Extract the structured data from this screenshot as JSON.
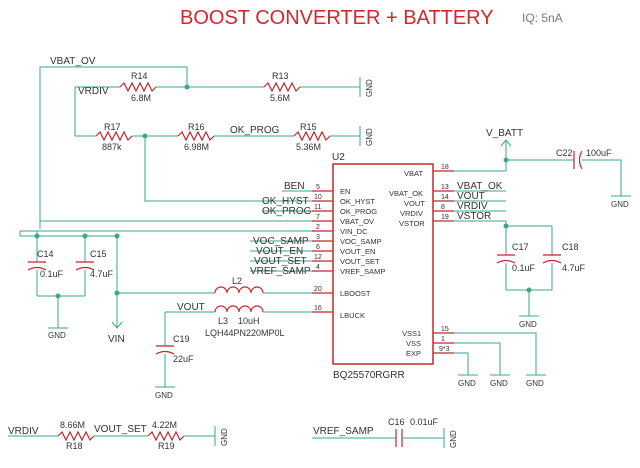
{
  "title": "BOOST CONVERTER + BATTERY",
  "iq_note": "IQ: 5nA",
  "ic": {
    "ref": "U2",
    "part": "BQ25570RGRR",
    "pins": {
      "en": {
        "num": "5",
        "name": "EN"
      },
      "ok_hyst": {
        "num": "10",
        "name": "OK_HYST"
      },
      "ok_prog": {
        "num": "11",
        "name": "OK_PROG"
      },
      "vbat_ov": {
        "num": "7",
        "name": "VBAT_OV"
      },
      "vin_dc": {
        "num": "2",
        "name": "VIN_DC"
      },
      "voc_samp": {
        "num": "3",
        "name": "VOC_SAMP"
      },
      "vout_en": {
        "num": "6",
        "name": "VOUT_EN"
      },
      "vout_set": {
        "num": "12",
        "name": "VOUT_SET"
      },
      "vref_samp": {
        "num": "4",
        "name": "VREF_SAMP"
      },
      "lboost": {
        "num": "20",
        "name": "LBOOST"
      },
      "lbuck": {
        "num": "16",
        "name": "LBUCK"
      },
      "vbat": {
        "num": "18",
        "name": "VBAT"
      },
      "vbat_ok": {
        "num": "13",
        "name": "VBAT_OK"
      },
      "vout": {
        "num": "14",
        "name": "VOUT"
      },
      "vrdiv": {
        "num": "8",
        "name": "VRDIV"
      },
      "vstor": {
        "num": "19",
        "name": "VSTOR"
      },
      "vss1": {
        "num": "15",
        "name": "VSS1"
      },
      "vss": {
        "num": "1",
        "name": "VSS"
      },
      "exp": {
        "num": "9*3",
        "name": "EXP"
      }
    }
  },
  "resistors": {
    "r14": {
      "ref": "R14",
      "value": "6.8M"
    },
    "r13": {
      "ref": "R13",
      "value": "5.6M"
    },
    "r17": {
      "ref": "R17",
      "value": "887k"
    },
    "r16": {
      "ref": "R16",
      "value": "6.98M"
    },
    "r15": {
      "ref": "R15",
      "value": "5.36M"
    },
    "r18": {
      "ref": "R18",
      "value": "8.66M"
    },
    "r19": {
      "ref": "R19",
      "value": "4.22M"
    }
  },
  "capacitors": {
    "c22": {
      "ref": "C22",
      "value": "100uF"
    },
    "c14": {
      "ref": "C14",
      "value": "0.1uF"
    },
    "c15": {
      "ref": "C15",
      "value": "4.7uF"
    },
    "c17": {
      "ref": "C17",
      "value": "0.1uF"
    },
    "c18": {
      "ref": "C18",
      "value": "4.7uF"
    },
    "c19": {
      "ref": "C19",
      "value": "22uF"
    },
    "c16": {
      "ref": "C16",
      "value": "0.01uF"
    }
  },
  "inductors": {
    "l2": {
      "ref": "L2",
      "value": ""
    },
    "l3": {
      "ref": "L3",
      "value": "10uH",
      "part": "LQH44PN220MP0L"
    }
  },
  "nets": {
    "vbat_ov": "VBAT_OV",
    "vrdiv": "VRDIV",
    "ok_prog": "OK_PROG",
    "v_batt": "V_BATT",
    "ben": "BEN",
    "ok_hyst": "OK_HYST",
    "ok_prog2": "OK_PROG",
    "voc_samp": "VOC_SAMP",
    "vout_en": "VOUT_EN",
    "vout_set": "VOUT_SET",
    "vref_samp": "VREF_SAMP",
    "vbat_ok": "VBAT_OK",
    "vout": "VOUT",
    "vrdiv2": "VRDIV",
    "vstor": "VSTOR",
    "vout_l3": "VOUT",
    "vin": "VIN",
    "vrdiv_bottom": "VRDIV",
    "vout_set_bottom": "VOUT_SET",
    "vref_samp_bottom": "VREF_SAMP"
  },
  "gnd_label": "GND"
}
